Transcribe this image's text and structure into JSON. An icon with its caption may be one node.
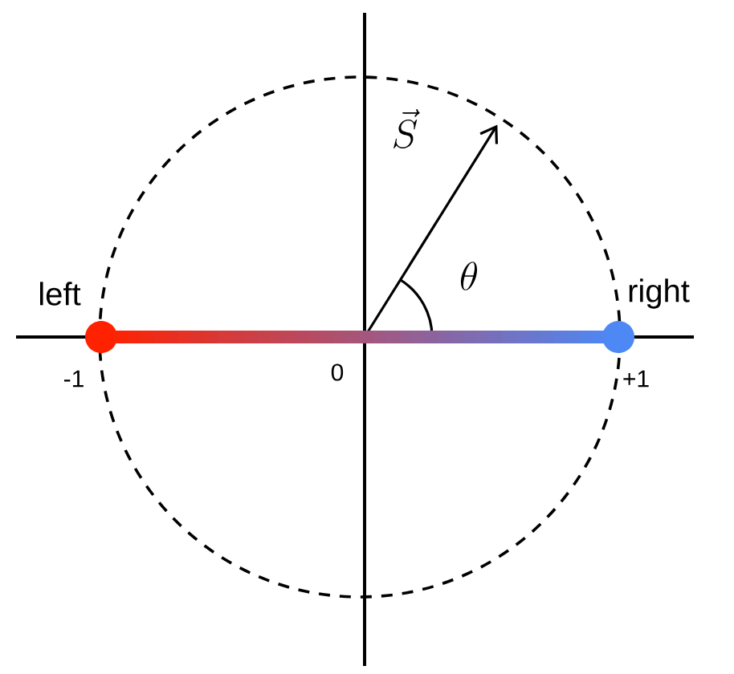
{
  "diagram": {
    "nodes": [
      {
        "text": [],
        "shape": "circle",
        "beside": [
          "left",
          "-1"
        ]
      },
      {
        "text": [],
        "shape": "circle",
        "beside": [
          "right",
          "+1"
        ]
      }
    ],
    "edges": [
      {
        "from": 0,
        "to": 1,
        "arrow": "none"
      }
    ],
    "labels": [
      "\\vec{S}",
      "\\theta",
      "0"
    ]
  }
}
